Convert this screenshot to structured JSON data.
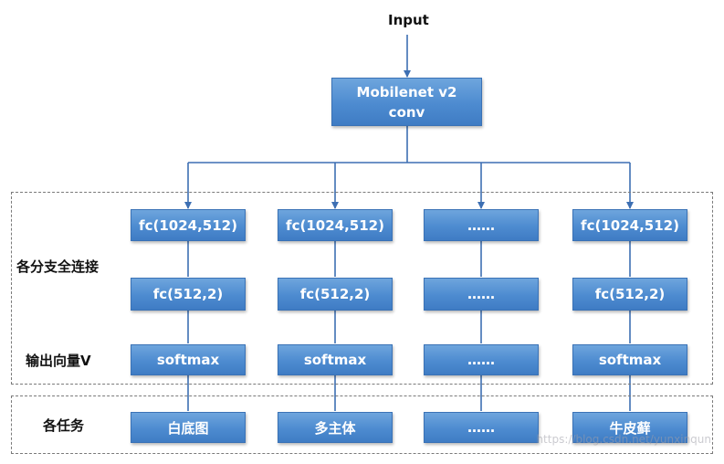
{
  "input_label": "Input",
  "backbone": {
    "line1": "Mobilenet v2",
    "line2": "conv"
  },
  "row_labels": {
    "branches": "各分支全连接",
    "output": "输出向量V",
    "tasks": "各任务"
  },
  "columns": [
    {
      "fc1": "fc(1024,512)",
      "fc2": "fc(512,2)",
      "out": "softmax",
      "task": "白底图"
    },
    {
      "fc1": "fc(1024,512)",
      "fc2": "fc(512,2)",
      "out": "softmax",
      "task": "多主体"
    },
    {
      "fc1": "……",
      "fc2": "……",
      "out": "……",
      "task": "……"
    },
    {
      "fc1": "fc(1024,512)",
      "fc2": "fc(512,2)",
      "out": "softmax",
      "task": "牛皮藓"
    }
  ],
  "watermark": "https://blog.csdn.net/yunxinqun",
  "colors": {
    "box": "#4d8bd0",
    "line": "#3d6fb3",
    "text_dark": "#111111"
  }
}
